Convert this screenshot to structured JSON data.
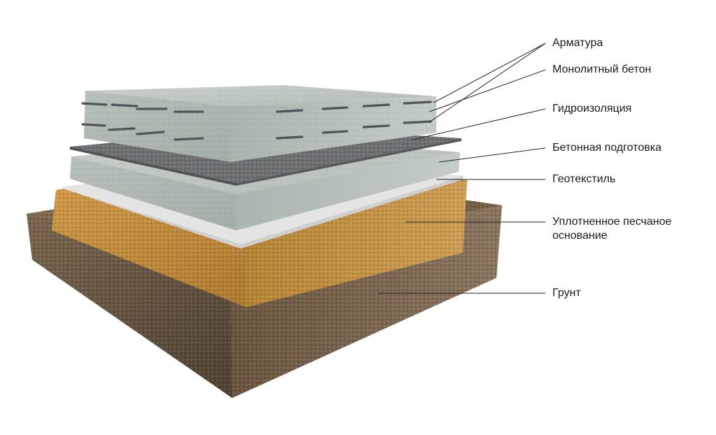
{
  "labels": {
    "reinforcement": "Арматура",
    "monolithic_concrete": "Монолитный бетон",
    "waterproofing": "Гидроизоляция",
    "concrete_preparation": "Бетонная подготовка",
    "geotextile": "Геотекстиль",
    "sand_base_line1": "Уплотненное песчаное",
    "sand_base_line2": "основание",
    "soil": "Грунт"
  },
  "colors": {
    "soil": "#6e5a44",
    "sand": "#c8963f",
    "geotextile": "#e6e6e6",
    "concrete": "#b9c3bd",
    "waterproofing": "#6d7072",
    "rebar": "#4d5559",
    "leader": "#222222"
  }
}
